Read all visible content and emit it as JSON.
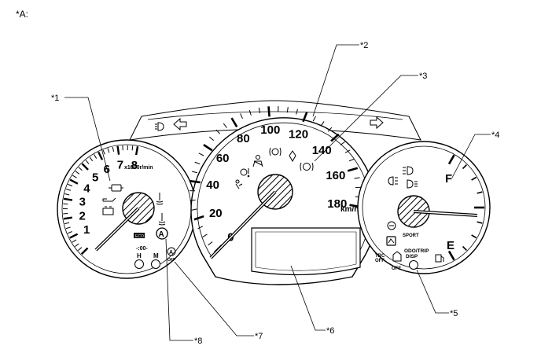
{
  "figure_label": "*A:",
  "callouts": [
    "*1",
    "*2",
    "*3",
    "*4",
    "*5",
    "*6",
    "*7",
    "*8"
  ],
  "tachometer": {
    "numbers": [
      "1",
      "2",
      "3",
      "4",
      "5",
      "6",
      "7",
      "8"
    ],
    "unit": "x1000r/min"
  },
  "speedometer": {
    "numbers": [
      "0",
      "20",
      "40",
      "60",
      "80",
      "100",
      "120",
      "140",
      "160",
      "180"
    ],
    "unit": "km/h"
  },
  "fuel_gauge": {
    "full": "F",
    "empty": "E"
  },
  "labels": {
    "eco": "ECO",
    "auto_a": "A",
    "auto_off": "OFF",
    "clock_colon": "-:00-",
    "clock_h": "H",
    "clock_m": "M",
    "sport": "SPORT",
    "trc": "TRC",
    "trc_off": "OFF",
    "trc_off2": "OFF",
    "odo_line1": "ODO/TRIP",
    "odo_line2": "DISP"
  },
  "icons": [
    "headlight-icon",
    "turn-left-arrow-icon",
    "turn-right-arrow-icon",
    "check-engine-icon",
    "oil-pressure-icon",
    "battery-icon",
    "coolant-temp-high-icon",
    "coolant-temp-low-icon",
    "airbag-icon",
    "master-warning-icon",
    "seatbelt-icon",
    "abs-icon",
    "brake-icon",
    "parking-brake-icon",
    "high-beam-icon",
    "front-fog-icon",
    "rear-fog-icon",
    "fuel-pump-icon",
    "vsc-icon",
    "sport-mode-icon"
  ]
}
